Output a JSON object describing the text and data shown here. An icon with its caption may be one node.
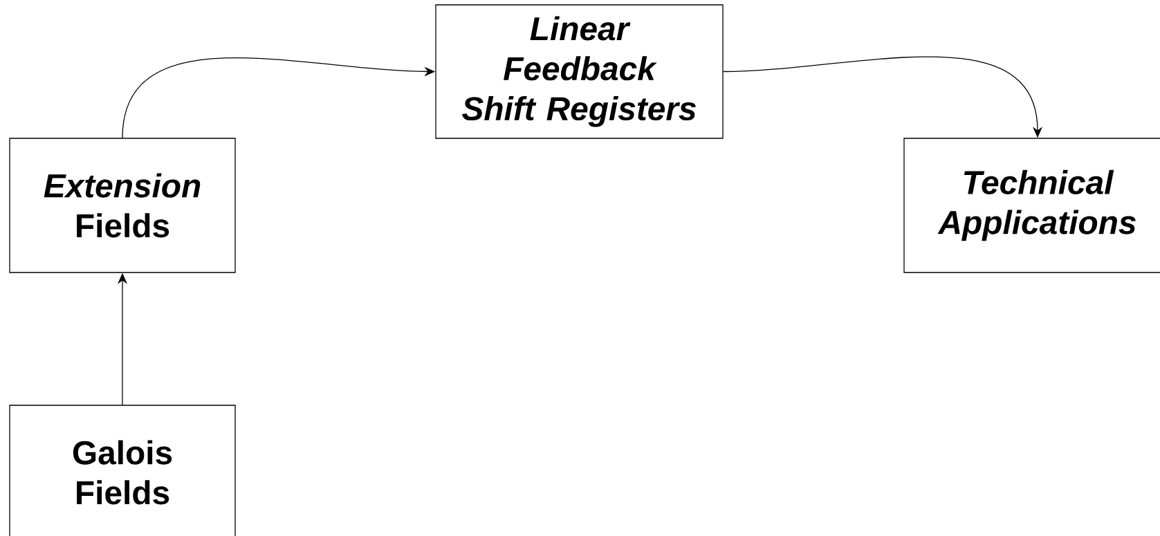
{
  "diagram": {
    "nodes": [
      {
        "text": [
          "Linear Feedback Shift Registers"
        ]
      },
      {
        "text": [
          "*Extension* Fields"
        ]
      },
      {
        "text": [
          "Technical Applications"
        ]
      },
      {
        "text": [
          "Galois Fields"
        ]
      }
    ],
    "edges": [
      {
        "from": 3,
        "to": 1,
        "arrow": "to"
      },
      {
        "from": 1,
        "to": 0,
        "arrow": "to"
      },
      {
        "from": 0,
        "to": 2,
        "arrow": "to"
      }
    ]
  }
}
